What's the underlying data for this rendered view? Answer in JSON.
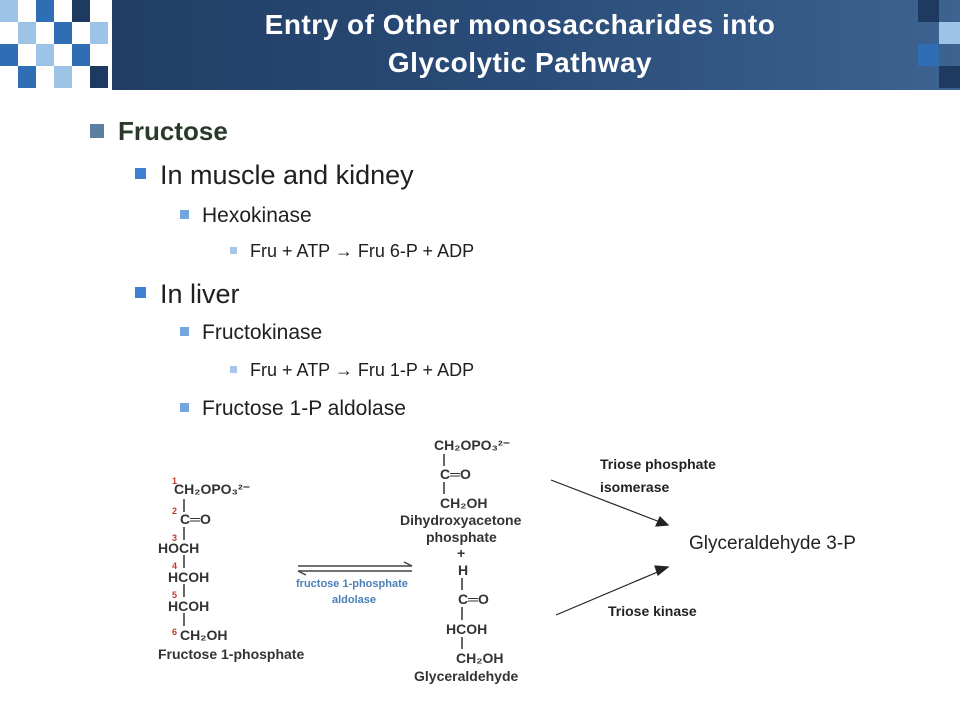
{
  "slide": {
    "title_line1": "Entry of Other monosaccharides into",
    "title_line2": "Glycolytic Pathway",
    "bullets": {
      "fructose": "Fructose",
      "muscle": "In muscle and kidney",
      "hexokinase": "Hexokinase",
      "reaction1": "Fru + ATP → Fru 6-P + ADP",
      "liver": "In liver",
      "fructokinase": "Fructokinase",
      "reaction2": "Fru + ATP → Fru 1-P + ADP",
      "aldolase": "Fructose 1-P aldolase"
    }
  },
  "diagram": {
    "f1p": {
      "l1": "CH₂OPO₃²⁻",
      "l2": "C═O",
      "l3": "HOCH",
      "l4": "HCOH",
      "l5": "HCOH",
      "l6": "CH₂OH",
      "name": "Fructose 1-phosphate",
      "num1": "1",
      "num2": "2",
      "num3": "3",
      "num4": "4",
      "num5": "5",
      "num6": "6"
    },
    "enzyme_center": {
      "line1": "fructose 1-phosphate",
      "line2": "aldolase"
    },
    "dhap": {
      "l1": "CH₂OPO₃²⁻",
      "l2": "C═O",
      "l3": "CH₂OH",
      "name1": "Dihydroxyacetone",
      "name2": "phosphate",
      "plus": "+"
    },
    "glyceraldehyde": {
      "l1": "H",
      "l2": "C═O",
      "l3": "HCOH",
      "l4": "CH₂OH",
      "name": "Glyceraldehyde"
    },
    "triose_isomerase_1": "Triose phosphate",
    "triose_isomerase_2": "isomerase",
    "triose_kinase": "Triose kinase",
    "product": "Glyceraldehyde 3-P"
  },
  "colors": {
    "header": "#2a4c78",
    "enzyme_text": "#4a7fb8",
    "carbon_numbers": "#c0392b"
  }
}
